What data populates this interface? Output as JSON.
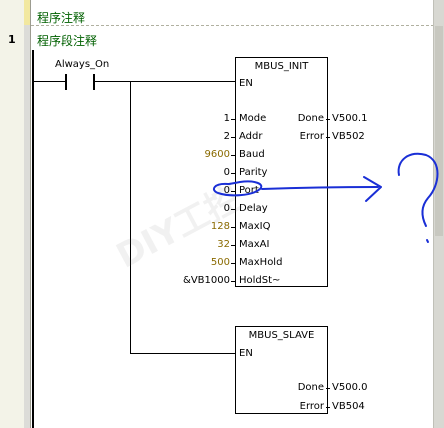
{
  "editor": {
    "program_comment": "程序注释",
    "network_number": "1",
    "network_comment": "程序段注释"
  },
  "contact": {
    "label": "Always_On"
  },
  "mbus_init": {
    "title": "MBUS_INIT",
    "en": "EN",
    "inputs": [
      {
        "pin": "Mode",
        "value": "1"
      },
      {
        "pin": "Addr",
        "value": "2"
      },
      {
        "pin": "Baud",
        "value": "9600"
      },
      {
        "pin": "Parity",
        "value": "0"
      },
      {
        "pin": "Port",
        "value": "0"
      },
      {
        "pin": "Delay",
        "value": "0"
      },
      {
        "pin": "MaxIQ",
        "value": "128"
      },
      {
        "pin": "MaxAI",
        "value": "32"
      },
      {
        "pin": "MaxHold",
        "value": "500"
      },
      {
        "pin": "HoldSt~",
        "value": "&VB1000"
      }
    ],
    "outputs": [
      {
        "pin": "Done",
        "value": "V500.1"
      },
      {
        "pin": "Error",
        "value": "VB502"
      }
    ]
  },
  "mbus_slave": {
    "title": "MBUS_SLAVE",
    "en": "EN",
    "outputs": [
      {
        "pin": "Done",
        "value": "V500.0"
      },
      {
        "pin": "Error",
        "value": "VB504"
      }
    ]
  },
  "annotation": {
    "mark": "?",
    "color": "#1a2fd6"
  },
  "colors": {
    "comment": "#006000",
    "constant": "#8a6a00"
  }
}
